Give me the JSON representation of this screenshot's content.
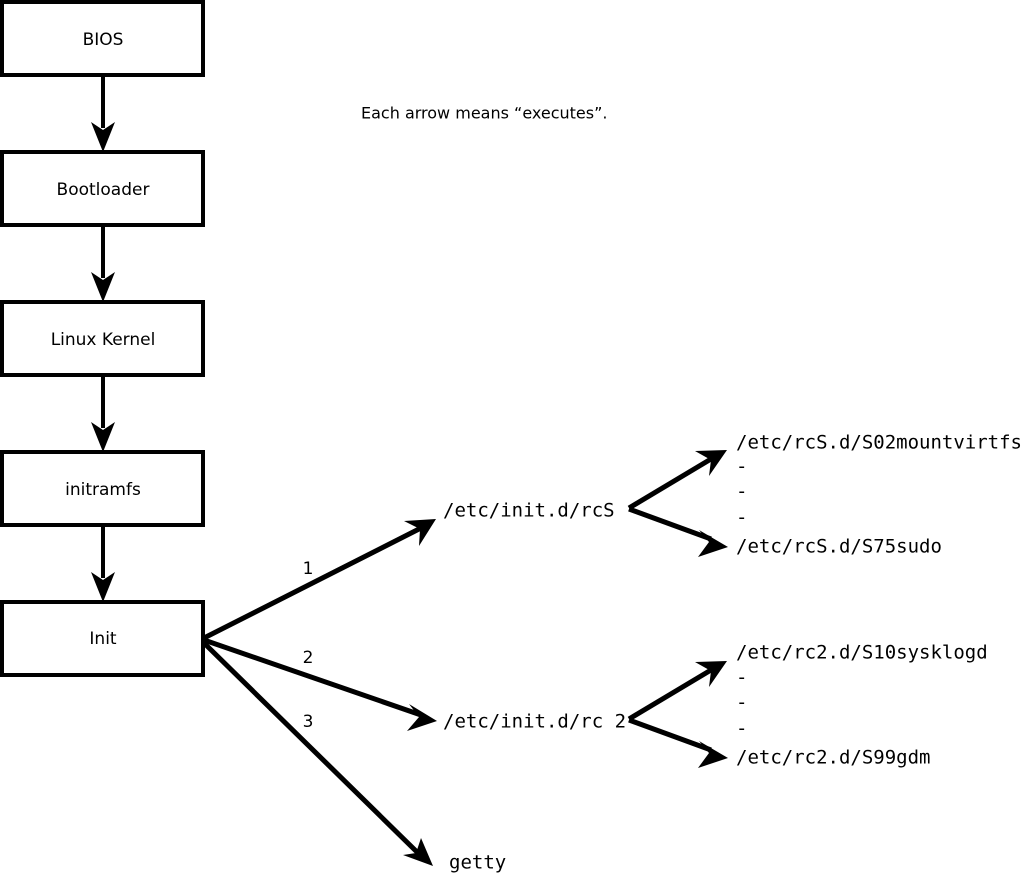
{
  "diagram": {
    "title_note": "Each arrow means “executes”.",
    "chain_boxes": [
      {
        "label": "BIOS"
      },
      {
        "label": "Bootloader"
      },
      {
        "label": "Linux Kernel"
      },
      {
        "label": "initramfs"
      },
      {
        "label": "Init"
      }
    ],
    "init_branches": [
      {
        "number": "1",
        "target": "/etc/init.d/rcS"
      },
      {
        "number": "2",
        "target": "/etc/init.d/rc 2"
      },
      {
        "number": "3",
        "target": "getty"
      }
    ],
    "rcs_scripts": {
      "first": "/etc/rcS.d/S02mountvirtfs",
      "ellipsis": [
        "-",
        "-",
        "-"
      ],
      "last": "/etc/rcS.d/S75sudo"
    },
    "rc2_scripts": {
      "first": "/etc/rc2.d/S10sysklogd",
      "ellipsis": [
        "-",
        "-",
        "-"
      ],
      "last": "/etc/rc2.d/S99gdm"
    },
    "colors": {
      "stroke": "#000000",
      "background": "#ffffff",
      "box_fill": "#ffffff"
    }
  }
}
